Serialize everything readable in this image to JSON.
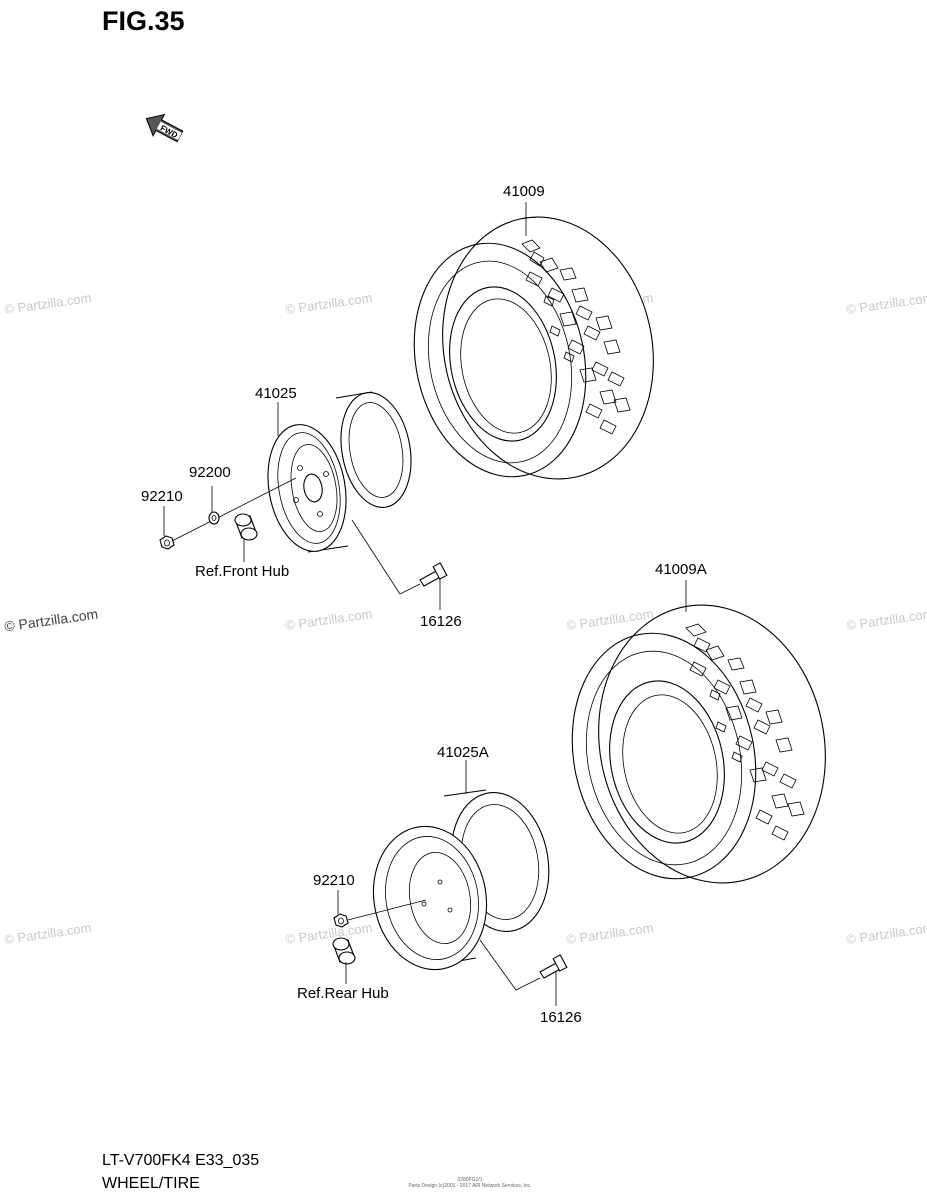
{
  "figure": {
    "title": "FIG.35"
  },
  "fwd_arrow": {
    "label": "FWD",
    "icon": "fwd-arrow-icon"
  },
  "parts": {
    "tire_front": "41009",
    "tire_rear": "41009A",
    "wheel_front": "41025",
    "wheel_rear": "41025A",
    "washer": "92200",
    "nut_front": "92210",
    "nut_rear": "92210",
    "valve_front": "16126",
    "valve_rear": "16126"
  },
  "refs": {
    "front_hub": "Ref.Front Hub",
    "rear_hub": "Ref.Rear Hub"
  },
  "watermark": "© Partzilla.com",
  "footer": {
    "code": "LT-V700FK4 E33_035",
    "name": "WHEEL/TIRE",
    "copyright_line1": "0280FG1/1",
    "copyright_line2": "Parts Design (c)2001 - 2017 ARI Network Services, Inc."
  }
}
